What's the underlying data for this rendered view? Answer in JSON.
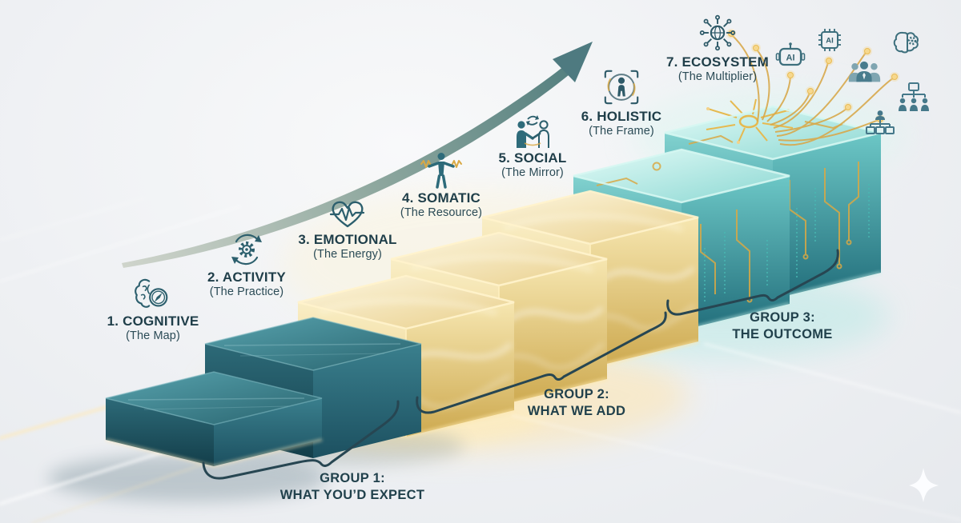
{
  "steps": [
    {
      "label": "1. COGNITIVE",
      "sublabel": "(The Map)",
      "icon": "brain-compass-icon"
    },
    {
      "label": "2. ACTIVITY",
      "sublabel": "(The Practice)",
      "icon": "gear-cycle-icon"
    },
    {
      "label": "3. EMOTIONAL",
      "sublabel": "(The Energy)",
      "icon": "heart-pulse-icon"
    },
    {
      "label": "4. SOMATIC",
      "sublabel": "(The Resource)",
      "icon": "body-resonance-icon"
    },
    {
      "label": "5. SOCIAL",
      "sublabel": "(The Mirror)",
      "icon": "handshake-icon"
    },
    {
      "label": "6. HOLISTIC",
      "sublabel": "(The Frame)",
      "icon": "person-frame-icon"
    },
    {
      "label": "7. ECOSYSTEM",
      "sublabel": "(The Multiplier)",
      "icon": "network-hub-icon"
    }
  ],
  "groups": [
    {
      "title": "GROUP 1:",
      "subtitle": "WHAT YOU’D EXPECT"
    },
    {
      "title": "GROUP 2:",
      "subtitle": "WHAT WE ADD"
    },
    {
      "title": "GROUP 3:",
      "subtitle": "THE OUTCOME"
    }
  ],
  "badges": {
    "robot_ai": "AI",
    "chip_ai": "AI"
  },
  "colors": {
    "teal_block": "#2f6e7e",
    "gold_block": "#eed9a0",
    "cyan_block": "#7fd6d2",
    "accent_gold": "#d9a945",
    "text": "#1f3e49"
  }
}
